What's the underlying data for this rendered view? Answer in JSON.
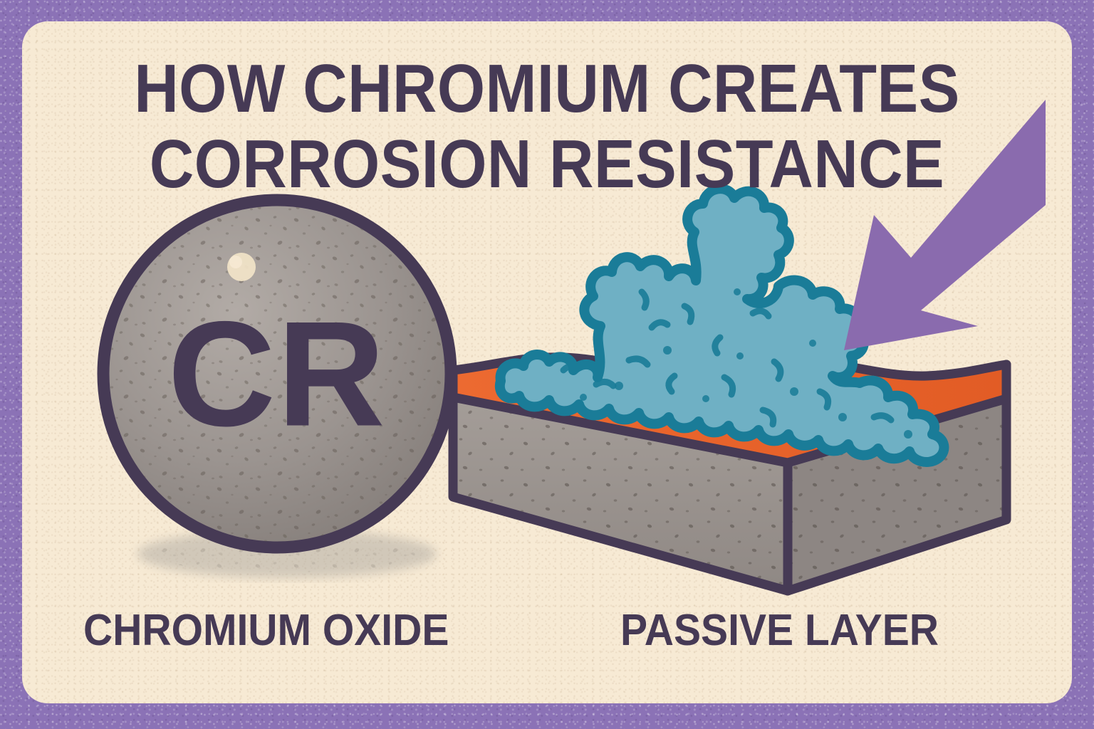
{
  "poster": {
    "title_line1": "HOW CHROMIUM CREATES",
    "title_line2": "CORROSION RESISTANCE",
    "sphere_symbol": "CR",
    "caption_left": "CHROMIUM OXIDE",
    "caption_right": "PASSIVE LAYER"
  },
  "colors": {
    "border_purple": "#8b72b6",
    "card_cream": "#f7ead4",
    "ink_purple": "#463a55",
    "metal_gray": "#9b9490",
    "metal_gray_dark": "#8d8683",
    "oxide_orange": "#e8632b",
    "corrosion_teal_fill": "#6fb0c4",
    "corrosion_teal_line": "#1a7c98",
    "arrow_purple": "#8a6bae",
    "highlight_cream": "#f2e4c8",
    "shadow_gray": "#b3ada4"
  },
  "elements": {
    "sphere_label": "chromium-oxide-sphere",
    "slab_label": "passive-layer-slab",
    "arrow_label": "pointer-arrow",
    "bloom_label": "corrosion-bloom"
  }
}
